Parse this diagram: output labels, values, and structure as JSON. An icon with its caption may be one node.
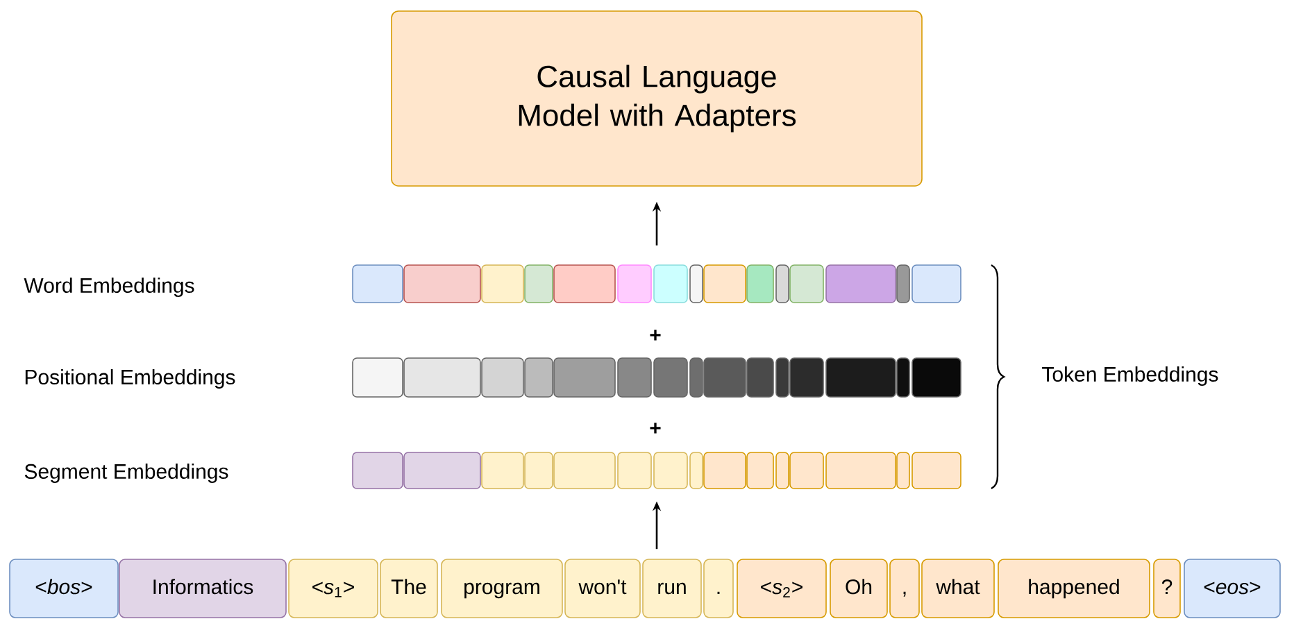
{
  "diagram": {
    "nodes": [
      {
        "text": [
          "Causal Language Model with Adapters"
        ]
      },
      {
        "text": [],
        "shape": "bar"
      },
      {
        "text": [],
        "shape": "bar"
      },
      {
        "text": [],
        "shape": "bar"
      },
      {
        "text": [
          "<*bos*>"
        ]
      },
      {
        "text": [
          "Informatics"
        ]
      },
      {
        "text": [
          "<*s*$_{1}$>"
        ]
      },
      {
        "text": [
          "The"
        ]
      },
      {
        "text": [
          "program"
        ]
      },
      {
        "text": [
          "won't"
        ]
      },
      {
        "text": [
          "run"
        ]
      },
      {
        "text": [
          "."
        ]
      },
      {
        "text": [
          "<*s*$_{2}$>"
        ]
      },
      {
        "text": [
          "Oh"
        ]
      },
      {
        "text": [
          ","
        ]
      },
      {
        "text": [
          "what"
        ]
      },
      {
        "text": [
          "happened"
        ]
      },
      {
        "text": [
          "?"
        ]
      },
      {
        "text": [
          "<*eos*>"
        ]
      }
    ],
    "edges": [
      {
        "from": 1,
        "to": 0,
        "arrow": "to"
      },
      {
        "from": 10,
        "to": 3,
        "arrow": "to"
      }
    ],
    "labels": [
      "Word Embeddings",
      "+",
      "Positional Embeddings",
      "Token Embeddings",
      "+",
      "Segment Embeddings"
    ]
  }
}
